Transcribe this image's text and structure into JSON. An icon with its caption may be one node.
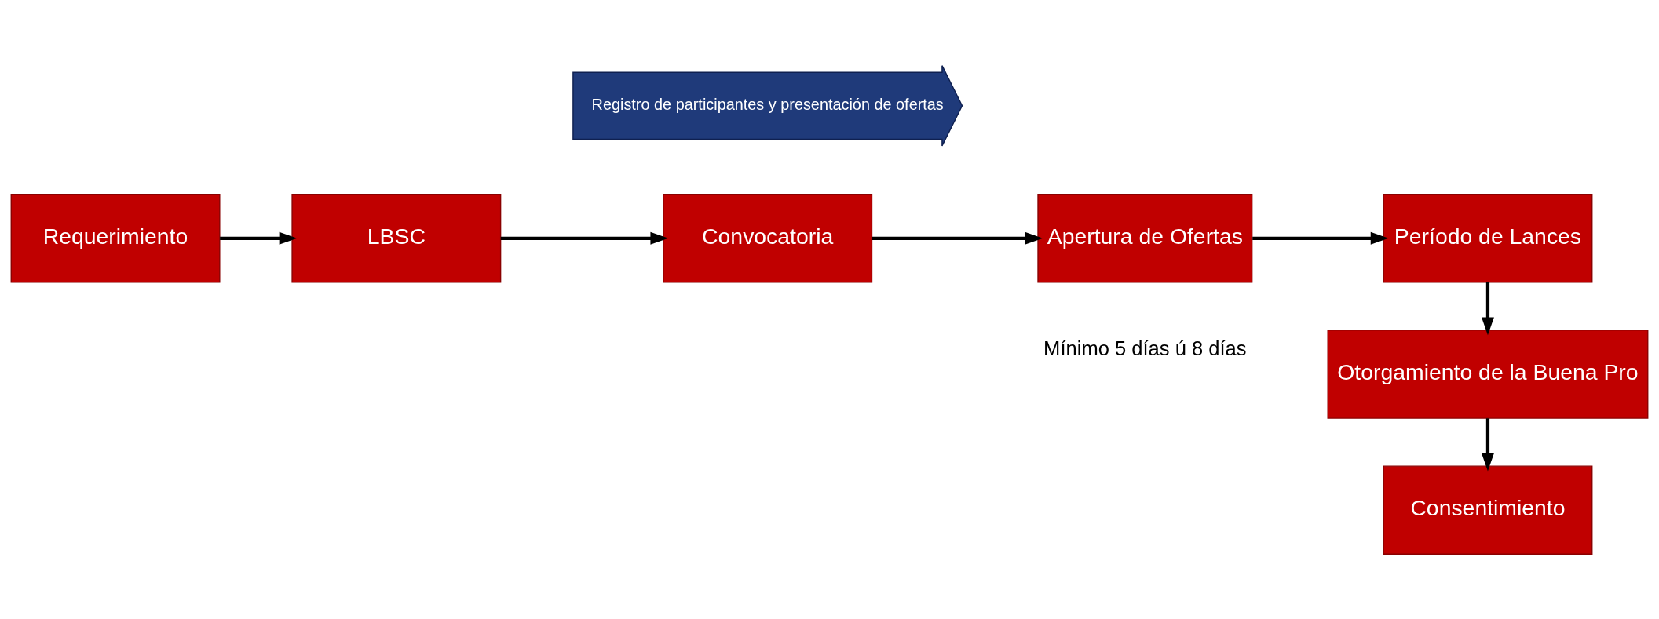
{
  "diagram": {
    "nodes": [
      {
        "text": [
          "Requerimiento"
        ]
      },
      {
        "text": [
          "LBSC"
        ]
      },
      {
        "text": [
          "Convocatoria"
        ]
      },
      {
        "text": [
          "Apertura de Ofertas"
        ]
      },
      {
        "text": [
          "Período de Lances"
        ]
      },
      {
        "text": [
          "Otorgamiento de la Buena Pro"
        ]
      },
      {
        "text": [
          "Consentimiento"
        ]
      },
      {
        "text": [
          "Registro de participantes y presentación de ofertas"
        ]
      }
    ],
    "edges": [
      {
        "from": 0,
        "to": 1,
        "arrow": "to"
      },
      {
        "from": 1,
        "to": 2,
        "arrow": "to"
      },
      {
        "from": 2,
        "to": 3,
        "arrow": "to"
      },
      {
        "from": 3,
        "to": 4,
        "arrow": "to"
      },
      {
        "from": 4,
        "to": 5,
        "arrow": "to"
      },
      {
        "from": 5,
        "to": 6,
        "arrow": "to"
      }
    ],
    "labels": [
      "Mínimo 5 días ú 8 días"
    ]
  }
}
